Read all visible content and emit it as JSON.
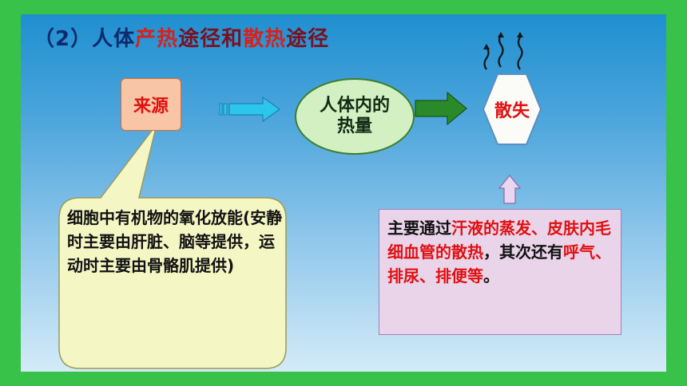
{
  "title": {
    "prefix": "（2）人体",
    "produce": "产热",
    "path1": "途径和",
    "dissipate": "散热",
    "path2": "途径"
  },
  "source_label": "来源",
  "heat_label": "人体内的热量",
  "dissipate_label": "散失",
  "source_detail": "细胞中有机物的氧化放能(安静时主要由肝脏、脑等提供，运动时主要由骨骼肌提供)",
  "dissipation_detail": {
    "t1": "主要通过",
    "r1": "汗液的蒸发、皮肤内毛细血管的散热",
    "t2": "，其次还有",
    "r2": "呼气、排尿、排便等",
    "t3": "。"
  },
  "colors": {
    "background": "#38c24a",
    "title_dark": "#0c2a6e",
    "title_red": "#d9201b",
    "highlight_red": "#e01010"
  }
}
